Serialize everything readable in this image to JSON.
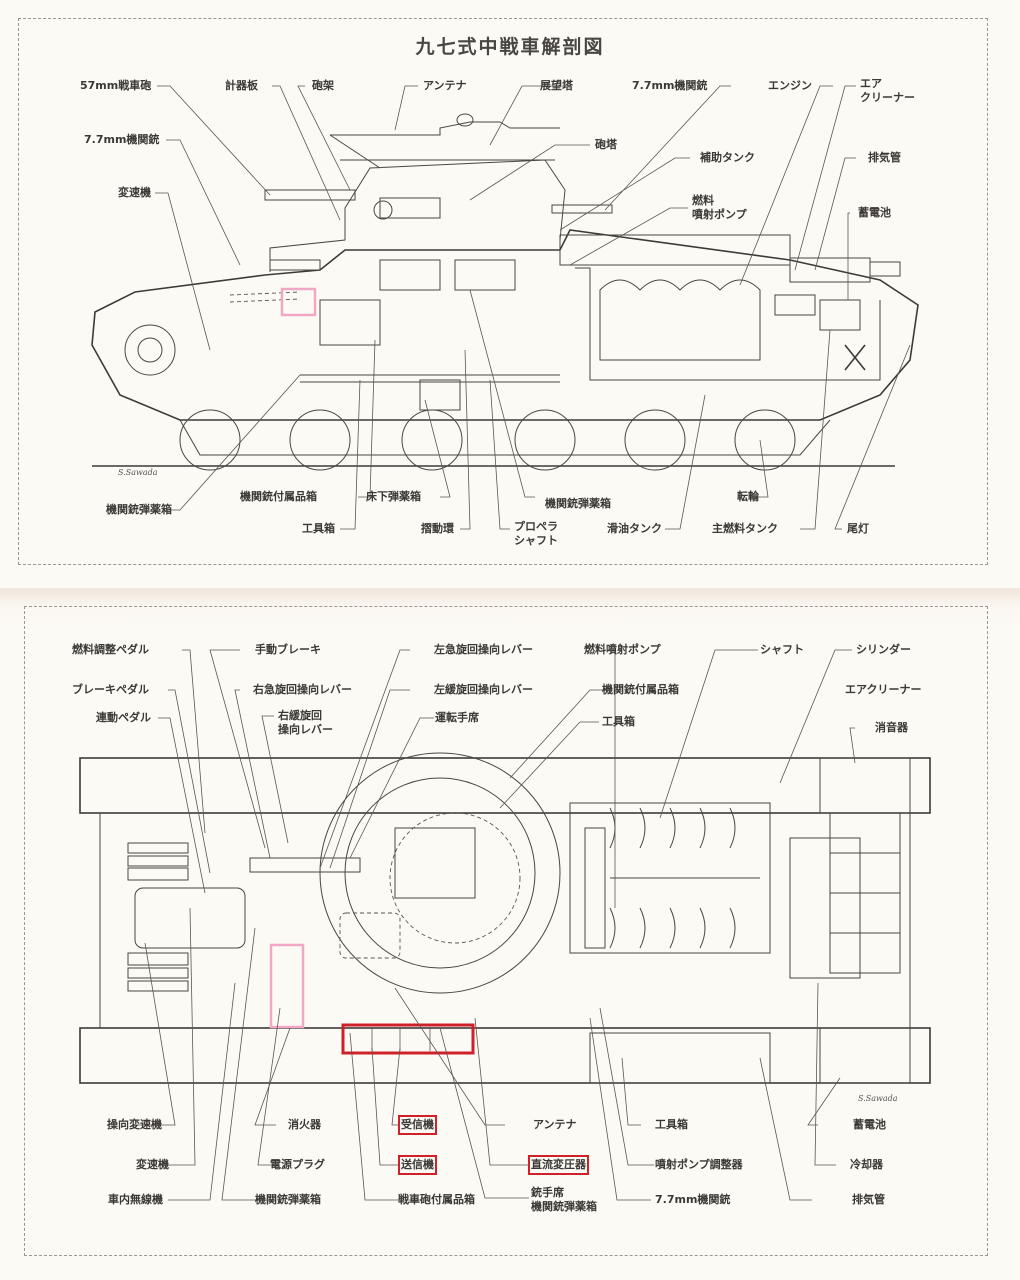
{
  "document": {
    "title": "九七式中戦車解剖図"
  },
  "side_view": {
    "labels": [
      {
        "id": "57mm-gun",
        "text": "57mm戦車砲"
      },
      {
        "id": "instrument-panel",
        "text": "計器板"
      },
      {
        "id": "gun-mount",
        "text": "砲架"
      },
      {
        "id": "antenna",
        "text": "アンテナ"
      },
      {
        "id": "cupola",
        "text": "展望塔"
      },
      {
        "id": "mg-77-rear",
        "text": "7.7mm機関銃"
      },
      {
        "id": "engine",
        "text": "エンジン"
      },
      {
        "id": "air-cleaner",
        "text": "エア\nクリーナー"
      },
      {
        "id": "mg-77-front",
        "text": "7.7mm機関銃"
      },
      {
        "id": "turret",
        "text": "砲塔"
      },
      {
        "id": "aux-tank",
        "text": "補助タンク"
      },
      {
        "id": "exhaust-pipe",
        "text": "排気管"
      },
      {
        "id": "transmission",
        "text": "変速機"
      },
      {
        "id": "fuel-injection-pump",
        "text": "燃料\n噴射ポンプ"
      },
      {
        "id": "battery",
        "text": "蓄電池"
      },
      {
        "id": "mg-accessory-box",
        "text": "機関銃付属品箱"
      },
      {
        "id": "floor-ammo-box",
        "text": "床下弾薬箱"
      },
      {
        "id": "mg-ammo-box-mid",
        "text": "機関銃弾薬箱"
      },
      {
        "id": "mg-ammo-box-left",
        "text": "機関銃弾薬箱"
      },
      {
        "id": "road-wheel",
        "text": "転輪"
      },
      {
        "id": "tool-box",
        "text": "工具箱"
      },
      {
        "id": "slip-ring",
        "text": "摺動環"
      },
      {
        "id": "propeller-shaft",
        "text": "プロペラ\nシャフト"
      },
      {
        "id": "lube-tank",
        "text": "滑油タンク"
      },
      {
        "id": "main-fuel-tank",
        "text": "主燃料タンク"
      },
      {
        "id": "tail-light",
        "text": "尾灯"
      }
    ],
    "signature": "S.Sawada"
  },
  "top_view": {
    "labels": [
      {
        "id": "throttle-pedal",
        "text": "燃料調整ペダル"
      },
      {
        "id": "hand-brake",
        "text": "手動ブレーキ"
      },
      {
        "id": "left-sharp-lever",
        "text": "左急旋回操向レバー"
      },
      {
        "id": "fuel-injection-pump",
        "text": "燃料噴射ポンプ"
      },
      {
        "id": "shaft",
        "text": "シャフト"
      },
      {
        "id": "cylinder",
        "text": "シリンダー"
      },
      {
        "id": "brake-pedal",
        "text": "ブレーキペダル"
      },
      {
        "id": "right-sharp-lever",
        "text": "右急旋回操向レバー"
      },
      {
        "id": "left-gentle-lever",
        "text": "左緩旋回操向レバー"
      },
      {
        "id": "mg-accessory-box",
        "text": "機関銃付属品箱"
      },
      {
        "id": "air-cleaner",
        "text": "エアクリーナー"
      },
      {
        "id": "clutch-pedal",
        "text": "連動ペダル"
      },
      {
        "id": "right-gentle-lever",
        "text": "右緩旋回\n操向レバー"
      },
      {
        "id": "driver-seat",
        "text": "運転手席"
      },
      {
        "id": "tool-box-top",
        "text": "工具箱"
      },
      {
        "id": "muffler",
        "text": "消音器"
      },
      {
        "id": "steering-gearbox",
        "text": "操向変速機"
      },
      {
        "id": "extinguisher",
        "text": "消火器"
      },
      {
        "id": "receiver",
        "text": "受信機",
        "highlight": "red"
      },
      {
        "id": "antenna",
        "text": "アンテナ"
      },
      {
        "id": "tool-box-bottom",
        "text": "工具箱"
      },
      {
        "id": "battery",
        "text": "蓄電池"
      },
      {
        "id": "transmission",
        "text": "変速機"
      },
      {
        "id": "power-plug",
        "text": "電源プラグ"
      },
      {
        "id": "transmitter",
        "text": "送信機",
        "highlight": "red"
      },
      {
        "id": "dc-converter",
        "text": "直流変圧器",
        "highlight": "red"
      },
      {
        "id": "injection-pump-governor",
        "text": "噴射ポンプ調整器"
      },
      {
        "id": "cooler",
        "text": "冷却器"
      },
      {
        "id": "radio",
        "text": "車内無線機"
      },
      {
        "id": "mg-ammo-box",
        "text": "機関銃弾薬箱"
      },
      {
        "id": "gun-accessory-box",
        "text": "戦車砲付属品箱"
      },
      {
        "id": "gunner-seat-ammo",
        "text": "銃手席\n機関銃弾薬箱"
      },
      {
        "id": "mg-77",
        "text": "7.7mm機関銃"
      },
      {
        "id": "exhaust-pipe",
        "text": "排気管"
      }
    ],
    "signature": "S.Sawada"
  },
  "highlight_colors": {
    "red": "#d0202a",
    "pink": "#f0a8c4"
  }
}
